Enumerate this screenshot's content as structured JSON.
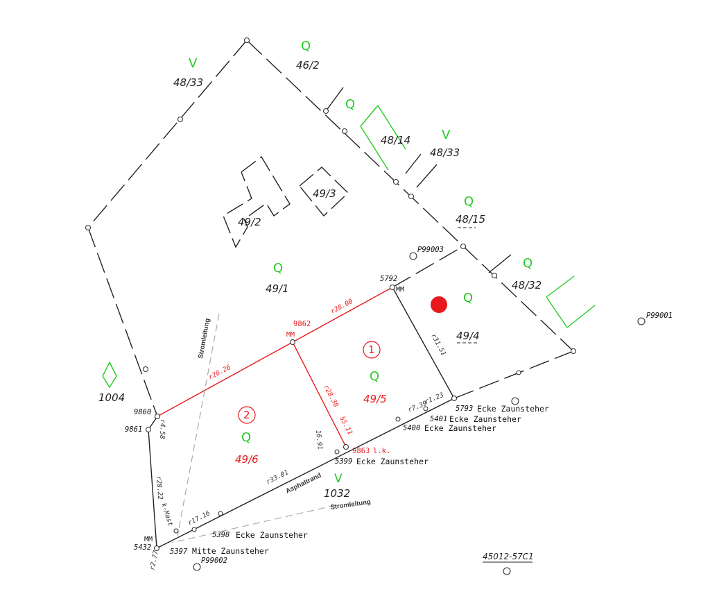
{
  "parcels": {
    "p48_33_a": "48/33",
    "p46_2": "46/2",
    "p48_14": "48/14",
    "p48_33_b": "48/33",
    "p49_2": "49/2",
    "p49_3": "49/3",
    "p48_15": "48/15",
    "p49_1": "49/1",
    "p48_32": "48/32",
    "p49_4": "49/4",
    "p49_5": "49/5",
    "p49_6": "49/6",
    "p1004": "1004",
    "p1032": "1032",
    "ref": "45012-57C1"
  },
  "new_lot_numbers": {
    "lot1": "1",
    "lot2": "2"
  },
  "use_symbols": {
    "q": "Q",
    "v": "V"
  },
  "points": {
    "P99003": "P99003",
    "P99001": "P99001",
    "P99002": "P99002",
    "p5792": "5792",
    "p9862": "9862",
    "p9860": "9860",
    "p9861": "9861",
    "p5432": "5432",
    "p5397": "5397",
    "p5398": "5398",
    "p5399": "5399",
    "p5400": "5400",
    "p5401": "5401",
    "p5793": "5793",
    "p9863": "9863",
    "lk": "l.k."
  },
  "point_descriptions": {
    "d5793": "Ecke Zaunsteher",
    "d5401": "Ecke Zaunsteher",
    "d5400": "Ecke Zaunsteher",
    "d5399": "Ecke Zaunsteher",
    "d5398": "Ecke Zaunsteher",
    "d5397": "Mitte Zaunsteher"
  },
  "markers": {
    "mm": "MM"
  },
  "measurements": {
    "m28_00": "r28.00",
    "m28_26": "r28.26",
    "m31_51": "r31.51",
    "m28_38": "r28.38",
    "m55_11": "55.11",
    "m4_58": "r4.58",
    "m28_22": "r28.22",
    "m33_01": "r33.01",
    "m17_16": "r17.16",
    "m7_39": "r7.39",
    "m1_23": "r1.23",
    "m2_77": "r2.77",
    "m16_91": "16.91"
  },
  "annotations": {
    "stromleitung_1": "Stromleitung",
    "stromleitung_2": "Stromleitung",
    "asphaltrand": "Asphaltrand",
    "kmast": "k-Mast"
  },
  "colors": {
    "boundary": "#222222",
    "new_boundary": "#e8191c",
    "use_symbol": "#22cc22",
    "marker_dot": "#e8191c",
    "utility_line": "#aaaaaa"
  }
}
